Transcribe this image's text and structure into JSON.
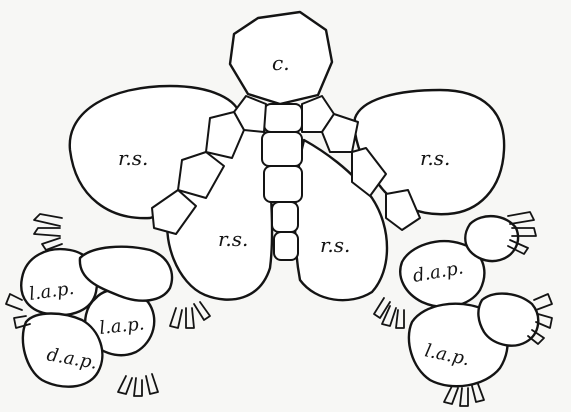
{
  "labels": {
    "center": "c.",
    "rs_upper_left": "r.s.",
    "rs_upper_right": "r.s.",
    "rs_inner_left": "r.s.",
    "rs_inner_right": "r.s.",
    "lap_left_top": "l.a.p.",
    "lap_left_mid": "l.a.p.",
    "dap_left_bottom": "d.a.p.",
    "dap_right_top": "d.a.p.",
    "lap_right_bottom": "l.a.p."
  }
}
